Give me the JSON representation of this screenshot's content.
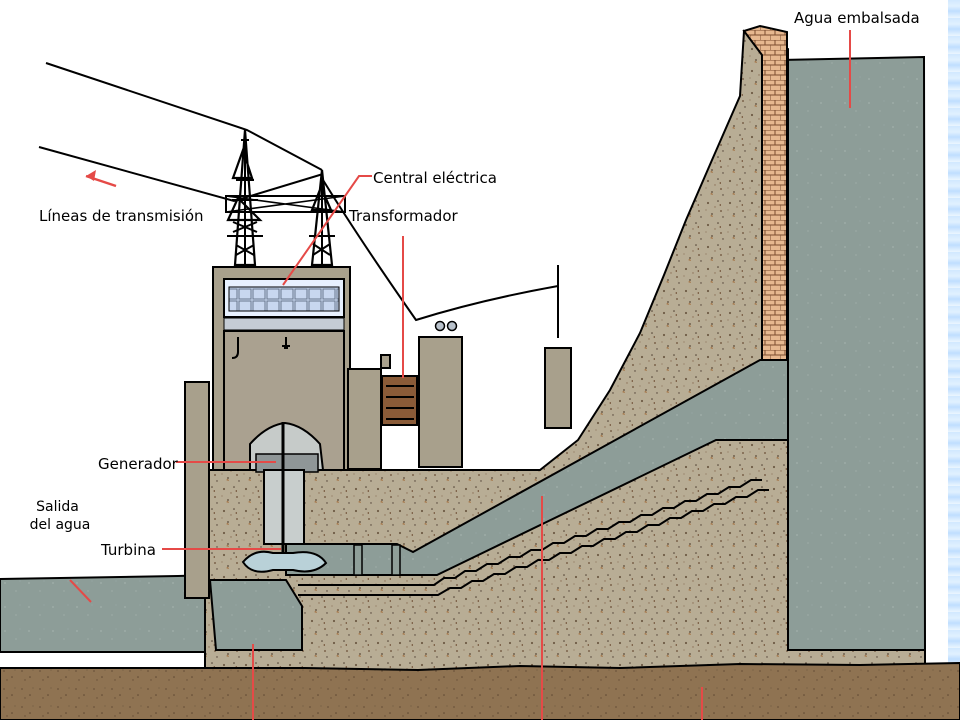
{
  "labels": {
    "water_reservoir": "Agua embalsada",
    "powerhouse": "Central eléctrica",
    "transmission": "Líneas de transmisión",
    "transformer": "Transformador",
    "generator": "Generador",
    "outlet_line1": "Salida",
    "outlet_line2": "del agua",
    "turbine": "Turbina"
  },
  "colors": {
    "concrete": "#b7ac93",
    "water": "#8f9f99",
    "ground": "#8c7150",
    "building": "#a8a08d",
    "outline": "#000000",
    "callout": "#e23b3b",
    "sky_edge": "#cfe7ff"
  }
}
